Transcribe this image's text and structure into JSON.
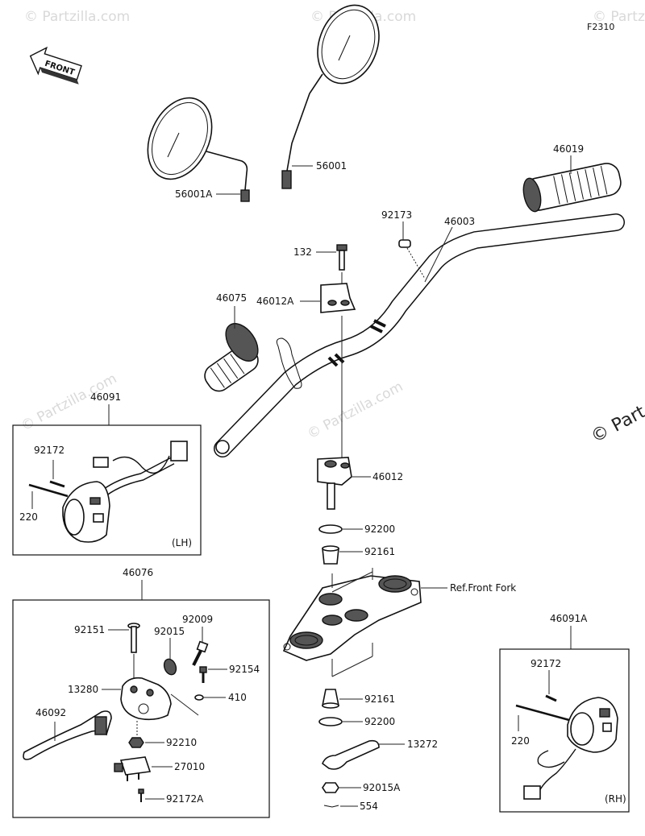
{
  "figure_id": "F2310",
  "front_label": "FRONT",
  "watermark": "© Partzilla.com",
  "watermark_big": "© Part",
  "side_labels": {
    "lh": "(LH)",
    "rh": "(RH)"
  },
  "ref_label": "Ref.Front Fork",
  "callouts": {
    "p56001": "56001",
    "p56001A": "56001A",
    "p46019": "46019",
    "p92173": "92173",
    "p46003": "46003",
    "p132": "132",
    "p46012A": "46012A",
    "p46075": "46075",
    "p46091": "46091",
    "p92172_lh": "92172",
    "p220_lh": "220",
    "p46012": "46012",
    "p92200_top": "92200",
    "p92161_top": "92161",
    "p46076": "46076",
    "p92009": "92009",
    "p92151": "92151",
    "p92015": "92015",
    "p92154": "92154",
    "p13280": "13280",
    "p410": "410",
    "p46092": "46092",
    "p92210": "92210",
    "p27010": "27010",
    "p92172A": "92172A",
    "p92161_bot": "92161",
    "p92200_bot": "92200",
    "p13272": "13272",
    "p92015A": "92015A",
    "p554": "554",
    "p46091A": "46091A",
    "p92172_rh": "92172",
    "p220_rh": "220"
  }
}
